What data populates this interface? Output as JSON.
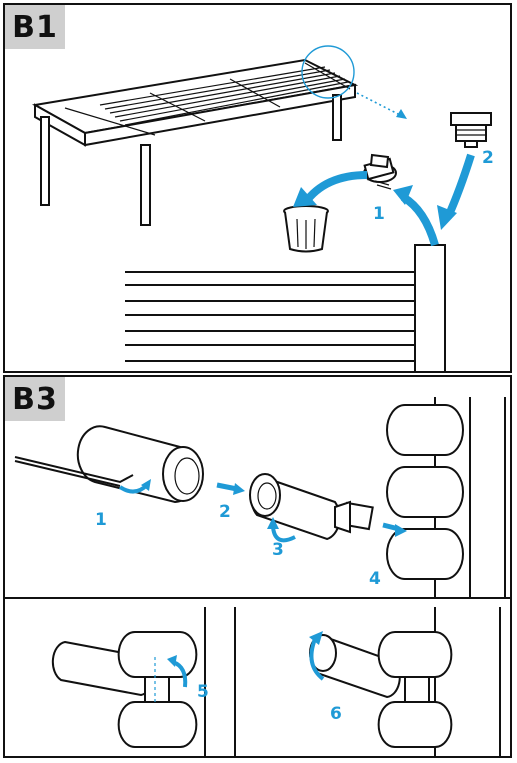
{
  "panels": [
    {
      "id": "B1",
      "label": "B1"
    },
    {
      "id": "B3",
      "label": "B3"
    }
  ],
  "steps": {
    "b1": [
      "1",
      "2"
    ],
    "b3": [
      "1",
      "2",
      "3",
      "4",
      "5",
      "6"
    ]
  },
  "colors": {
    "accent": "#1f9ad6",
    "badge": "#cfcfcf",
    "line": "#111111"
  }
}
